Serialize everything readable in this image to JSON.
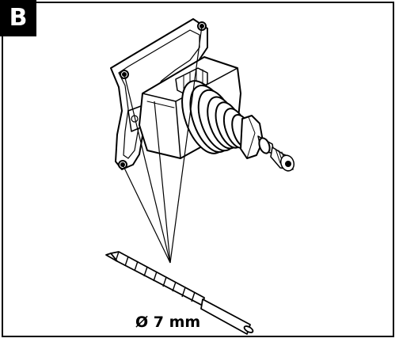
{
  "step": {
    "label": "B"
  },
  "drill": {
    "diameter_label": "Ø 7 mm"
  },
  "colors": {
    "line": "#000000",
    "background": "#ffffff",
    "badge": "#000000",
    "badge_text": "#ffffff"
  },
  "icons": [
    "valve-body-illustration",
    "drill-bit-illustration"
  ]
}
